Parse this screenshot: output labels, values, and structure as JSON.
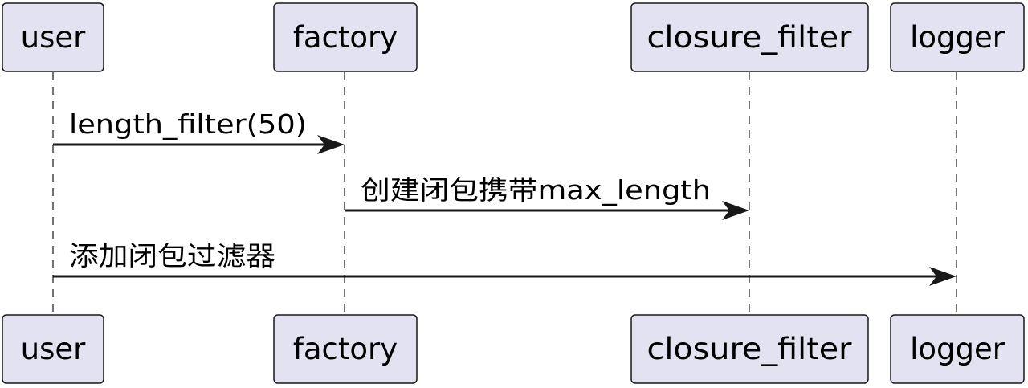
{
  "participants": [
    {
      "id": "user",
      "label": "user"
    },
    {
      "id": "factory",
      "label": "factory"
    },
    {
      "id": "closure_filter",
      "label": "closure_filter"
    },
    {
      "id": "logger",
      "label": "logger"
    }
  ],
  "messages": [
    {
      "from": "user",
      "to": "factory",
      "label": "length_filter(50)"
    },
    {
      "from": "factory",
      "to": "closure_filter",
      "label": "创建闭包携带max_length"
    },
    {
      "from": "user",
      "to": "logger",
      "label": "添加闭包过滤器"
    }
  ],
  "colors": {
    "participant_fill": "#e2e2f0",
    "stroke": "#181818",
    "text": "#000000"
  }
}
